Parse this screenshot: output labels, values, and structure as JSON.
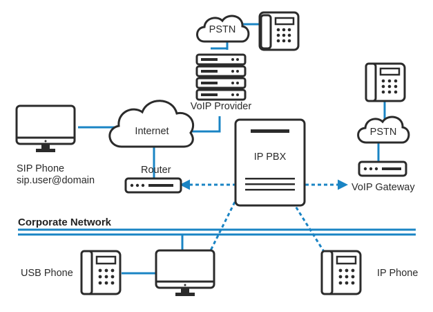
{
  "labels": {
    "pstn_top": "PSTN",
    "voip_provider": "VoIP Provider",
    "internet": "Internet",
    "router": "Router",
    "sip_phone": "SIP Phone",
    "sip_address": "sip.user@domain",
    "ip_pbx": "IP PBX",
    "pstn_right": "PSTN",
    "voip_gateway": "VoIP Gateway",
    "corporate_network": "Corporate Network",
    "usb_phone": "USB Phone",
    "ip_phone": "IP Phone"
  },
  "colors": {
    "line_blue": "#1a84c4",
    "outline": "#2b2b2b",
    "text": "#2a2a2a"
  }
}
